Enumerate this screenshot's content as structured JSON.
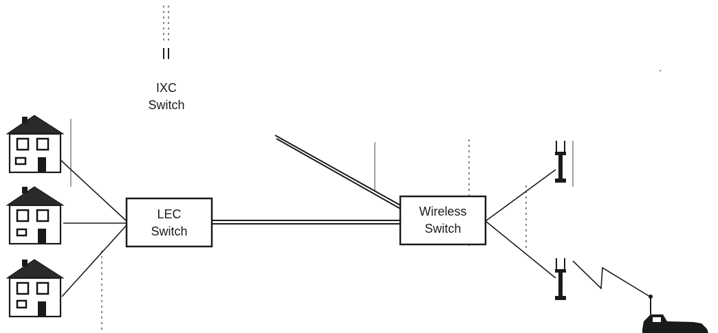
{
  "ixc_switch": {
    "line1": "IXC",
    "line2": "Switch"
  },
  "lec_switch": {
    "line1": "LEC",
    "line2": "Switch"
  },
  "wireless_switch": {
    "line1": "Wireless",
    "line2": "Switch"
  },
  "icons": {
    "houses": [
      "house-icon",
      "house-icon",
      "house-icon"
    ],
    "towers": [
      "antenna-tower-icon",
      "antenna-tower-icon"
    ],
    "vehicle": "car-icon",
    "radio_link": "lightning-bolt-icon"
  }
}
